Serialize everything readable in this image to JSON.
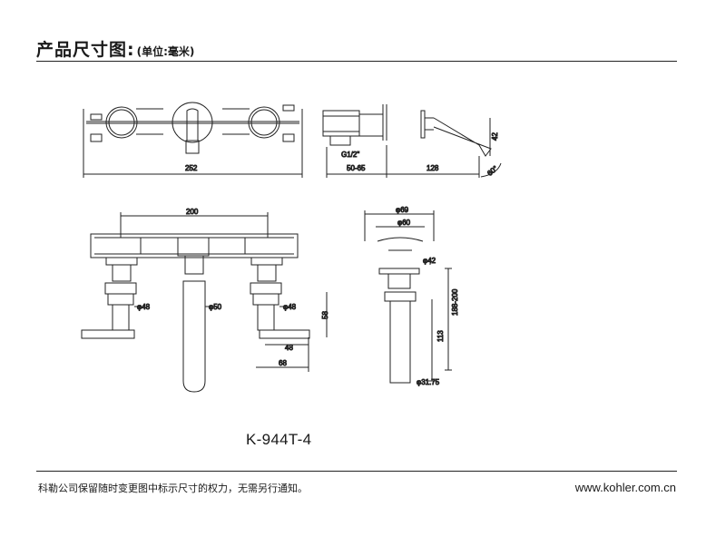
{
  "header": {
    "title": "产品尺寸图:",
    "unit": "(单位:毫米)"
  },
  "model_number": "K-944T-4",
  "footer": {
    "disclaimer": "科勒公司保留随时变更图中标示尺寸的权力，无需另行通知。",
    "website": "www.kohler.com.cn"
  },
  "dimensions": {
    "front_width": "252",
    "thread": "G1/2\"",
    "wall_range": "50-65",
    "spout_length": "128",
    "spout_height": "42",
    "spout_angle": "60°",
    "handle_spacing": "200",
    "left_handle_dia": "φ48",
    "spout_dia": "φ50",
    "right_handle_dia": "φ48",
    "body_height": "58",
    "handle_offset_48": "48",
    "handle_offset_68": "68",
    "drain_outer_dia": "φ69",
    "drain_inner_dia": "φ60",
    "drain_flange_dia": "φ42",
    "drain_height_range": "188-200",
    "drain_tail_length": "113",
    "drain_pipe_dia": "φ31.75"
  }
}
